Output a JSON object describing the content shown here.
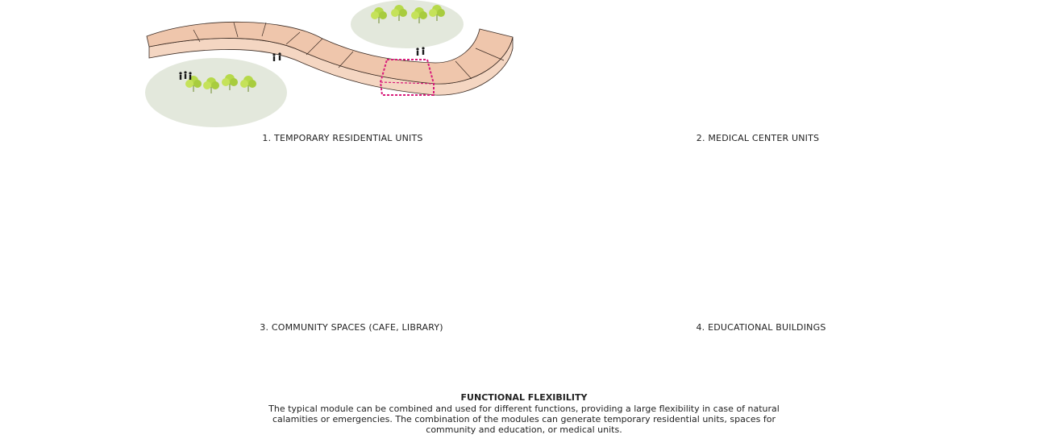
{
  "diagram": {
    "captions": [
      "1. TEMPORARY RESIDENTIAL UNITS",
      "2. MEDICAL CENTER UNITS",
      "3. COMMUNITY SPACES (CAFE, LIBRARY)",
      "4. EDUCATIONAL BUILDINGS"
    ],
    "summary": {
      "title": "FUNCTIONAL FLEXIBILITY",
      "body": "The typical module can be combined and used for different functions, providing a large flexibility in case of natural calamities or emergencies. The combination of the modules can generate temporary residential units, spaces for community and education, or medical units."
    },
    "colors": {
      "module_top": "#efc6ac",
      "module_side": "#f4d6c2",
      "module_outline": "#3a2a22",
      "highlight": "#d81b7a",
      "green_area": "#e3e8dc",
      "tree": "#b6d94a",
      "figure": "#1a1a1a"
    }
  }
}
